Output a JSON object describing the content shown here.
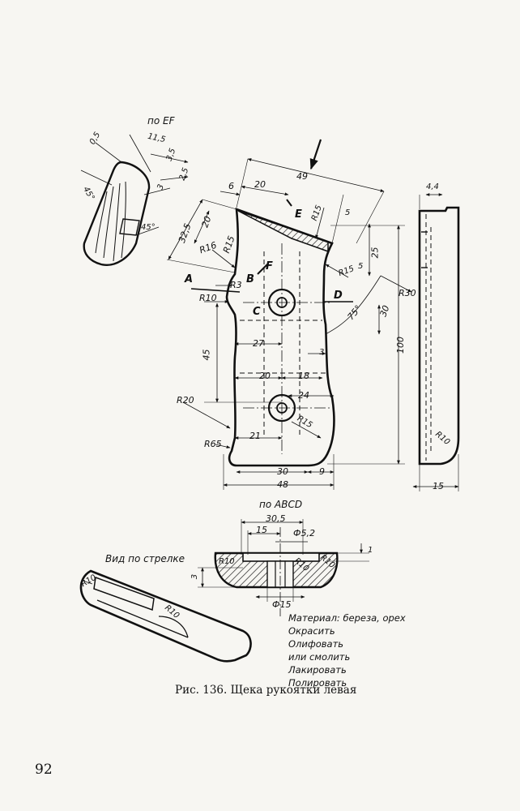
{
  "section_labels": {
    "section_ef": "по EF",
    "section_abcd": "по ABCD",
    "arrow_view": "Вид по стрелке"
  },
  "point_labels": [
    "A",
    "B",
    "C",
    "D",
    "E",
    "F"
  ],
  "dimensions": {
    "ef_section": [
      "0,5",
      "11,5",
      "3,5",
      "2,5",
      "3",
      "45°",
      "45°"
    ],
    "front_view": [
      "49",
      "20",
      "6",
      "20",
      "32,5",
      "R16",
      "R15",
      "R3",
      "R10",
      "27",
      "45",
      "20",
      "18",
      "24",
      "R20",
      "R65",
      "21",
      "30",
      "9",
      "48",
      "100",
      "R15",
      "5",
      "25",
      "R15",
      "5",
      "R30",
      "30",
      "75°",
      "3",
      "R15"
    ],
    "side_view": [
      "4,4",
      "R10",
      "15"
    ],
    "abcd_section": [
      "30,5",
      "15",
      "Ф5,2",
      "1",
      "3",
      "R10",
      "R10",
      "R10",
      "Ф15"
    ],
    "arrow_view": [
      "R10",
      "R10"
    ]
  },
  "notes": [
    "Материал: береза, орех",
    "Окрасить",
    "Олифовать",
    "или смолить",
    "Лакировать",
    "Полировать"
  ],
  "caption": "Рис. 136. Щека рукоятки левая",
  "page_number": "92",
  "colors": {
    "paper": "#f7f6f2",
    "ink": "#111111"
  }
}
